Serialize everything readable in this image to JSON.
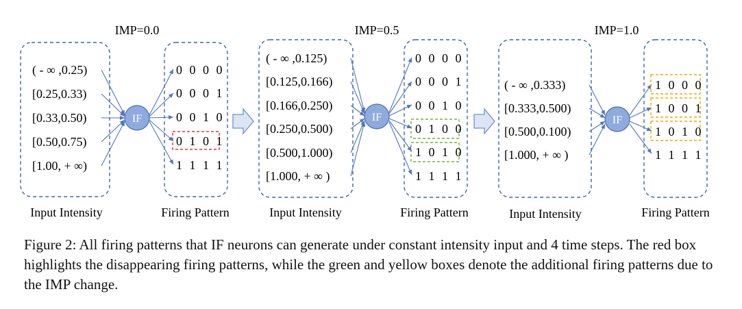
{
  "panels": [
    {
      "title": "IMP=0.0",
      "intervals": [
        "( - ∞ ,0.25)",
        "[0.25,0.33)",
        "[0.33,0.50)",
        "[0.50,0.75)",
        "[1.00, + ∞)"
      ],
      "patterns": [
        {
          "text": "0 0 0 0",
          "box": "none"
        },
        {
          "text": "0 0 0 1",
          "box": "none"
        },
        {
          "text": "0 0 1 0",
          "box": "none"
        },
        {
          "text": "0 1 0 1",
          "box": "red"
        },
        {
          "text": "1 1 1 1",
          "box": "none"
        }
      ],
      "neuron_label": "IF",
      "input_label": "Input Intensity",
      "output_label": "Firing Pattern"
    },
    {
      "title": "IMP=0.5",
      "intervals": [
        "( - ∞ ,0.125)",
        "[0.125,0.166)",
        "[0.166,0.250)",
        "[0.250,0.500)",
        "[0.500,1.000)",
        "[1.000,  + ∞ )"
      ],
      "patterns": [
        {
          "text": "0 0 0 0",
          "box": "none"
        },
        {
          "text": "0 0 0 1",
          "box": "none"
        },
        {
          "text": "0 0 1 0",
          "box": "none"
        },
        {
          "text": "0 1 0 0",
          "box": "green"
        },
        {
          "text": "1 0 1 0",
          "box": "green"
        },
        {
          "text": "1 1 1 1",
          "box": "none"
        }
      ],
      "neuron_label": "IF",
      "input_label": "Input Intensity",
      "output_label": "Firing Pattern"
    },
    {
      "title": "IMP=1.0",
      "intervals": [
        "( - ∞  ,0.333)",
        "[0.333,0.500)",
        "[0.500,0.100)",
        "[1.000,  + ∞ )"
      ],
      "patterns": [
        {
          "text": "1 0 0 0",
          "box": "yellow"
        },
        {
          "text": "1 0 0 1",
          "box": "yellow"
        },
        {
          "text": "1 0 1 0",
          "box": "yellow"
        },
        {
          "text": "1 1 1 1",
          "box": "none"
        }
      ],
      "neuron_label": "IF",
      "input_label": "Input Intensity",
      "output_label": "Firing Pattern"
    }
  ],
  "caption": "Figure 2: All firing patterns that IF neurons can generate under constant intensity input and 4 time steps. The red box highlights the disappearing firing patterns, while the green and yellow boxes denote the additional firing patterns due to the IMP change.",
  "colors": {
    "box_border": "#3a64ad",
    "arrow": "#4f73c0",
    "neuron_fill": "#8faadc",
    "neuron_stroke": "#4a6db3",
    "neuron_text": "#ffffff",
    "big_arrow_fill": "#dbe5f5",
    "big_arrow_stroke": "#6f8fca",
    "red": "#e0303a",
    "green": "#70b037",
    "yellow": "#f0a800"
  }
}
